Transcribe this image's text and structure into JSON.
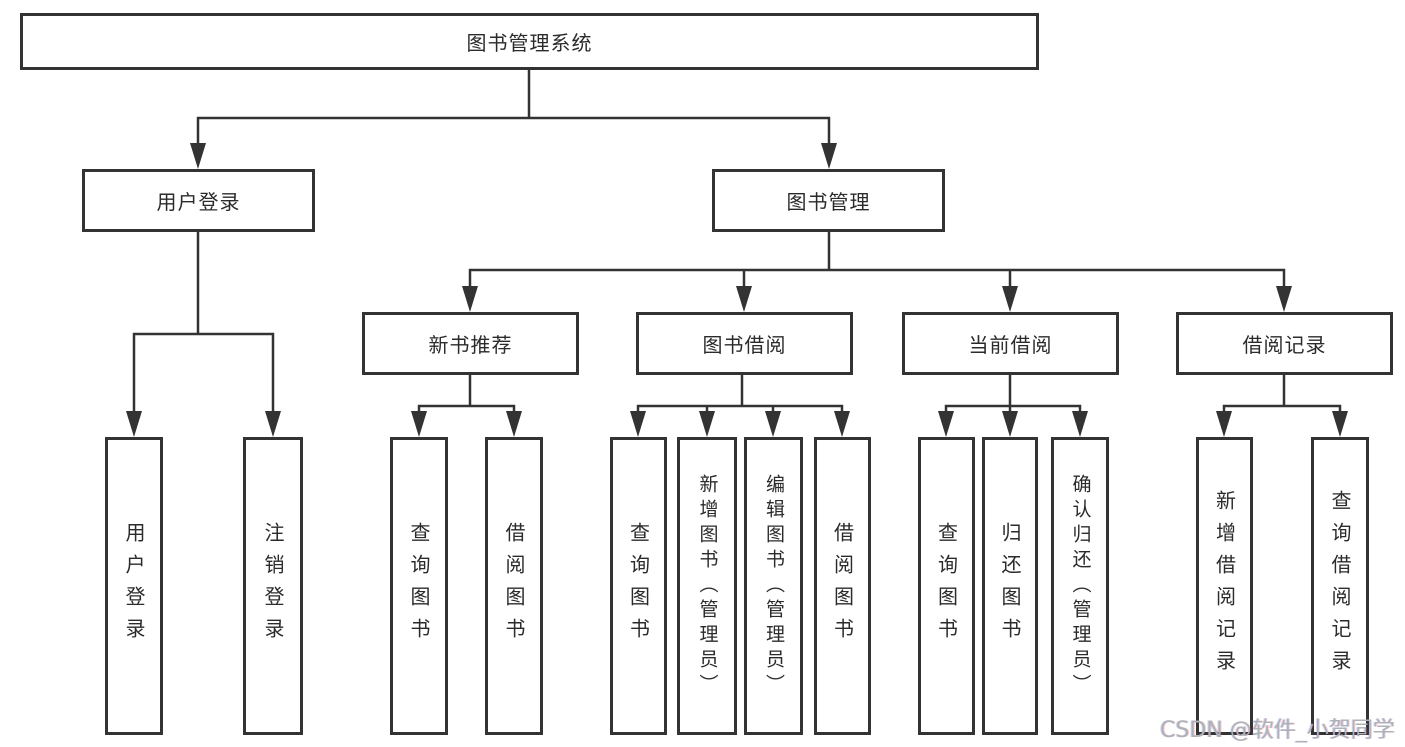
{
  "diagram": {
    "root": {
      "label": "图书管理系统"
    },
    "level1": [
      {
        "label": "用户登录"
      },
      {
        "label": "图书管理"
      }
    ],
    "level2": [
      {
        "label": "新书推荐",
        "parent": "图书管理"
      },
      {
        "label": "图书借阅",
        "parent": "图书管理"
      },
      {
        "label": "当前借阅",
        "parent": "图书管理"
      },
      {
        "label": "借阅记录",
        "parent": "图书管理"
      }
    ],
    "leaves": [
      {
        "label": "用户登录",
        "parent": "用户登录"
      },
      {
        "label": "注销登录",
        "parent": "用户登录"
      },
      {
        "label": "查询图书",
        "parent": "新书推荐"
      },
      {
        "label": "借阅图书",
        "parent": "新书推荐"
      },
      {
        "label": "查询图书",
        "parent": "图书借阅"
      },
      {
        "label": "新增图书（管理员）",
        "parent": "图书借阅"
      },
      {
        "label": "编辑图书（管理员）",
        "parent": "图书借阅"
      },
      {
        "label": "借阅图书",
        "parent": "图书借阅"
      },
      {
        "label": "查询图书",
        "parent": "当前借阅"
      },
      {
        "label": "归还图书",
        "parent": "当前借阅"
      },
      {
        "label": "确认归还（管理员）",
        "parent": "当前借阅"
      },
      {
        "label": "新增借阅记录",
        "parent": "借阅记录"
      },
      {
        "label": "查询借阅记录",
        "parent": "借阅记录"
      }
    ],
    "watermark": "CSDN @软件_小贺同学",
    "colors": {
      "line": "#333333",
      "text": "#2b2b2b",
      "background": "#ffffff",
      "watermark": "#aeb2b8"
    }
  }
}
